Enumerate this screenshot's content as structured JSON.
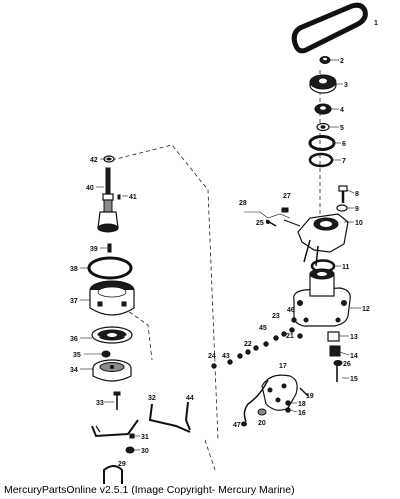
{
  "caption": "MercuryPartsOnline v2.5.1 (Image Copyright- Mercury Marine)",
  "callouts": [
    "1",
    "2",
    "3",
    "4",
    "5",
    "6",
    "7",
    "8",
    "9",
    "10",
    "11",
    "12",
    "13",
    "14",
    "15",
    "16",
    "17",
    "18",
    "19",
    "20",
    "21",
    "22",
    "23",
    "24",
    "25",
    "26",
    "27",
    "28",
    "29",
    "30",
    "31",
    "32",
    "33",
    "34",
    "35",
    "36",
    "37",
    "38",
    "39",
    "40",
    "41",
    "42",
    "43",
    "44",
    "45",
    "46",
    "47"
  ]
}
